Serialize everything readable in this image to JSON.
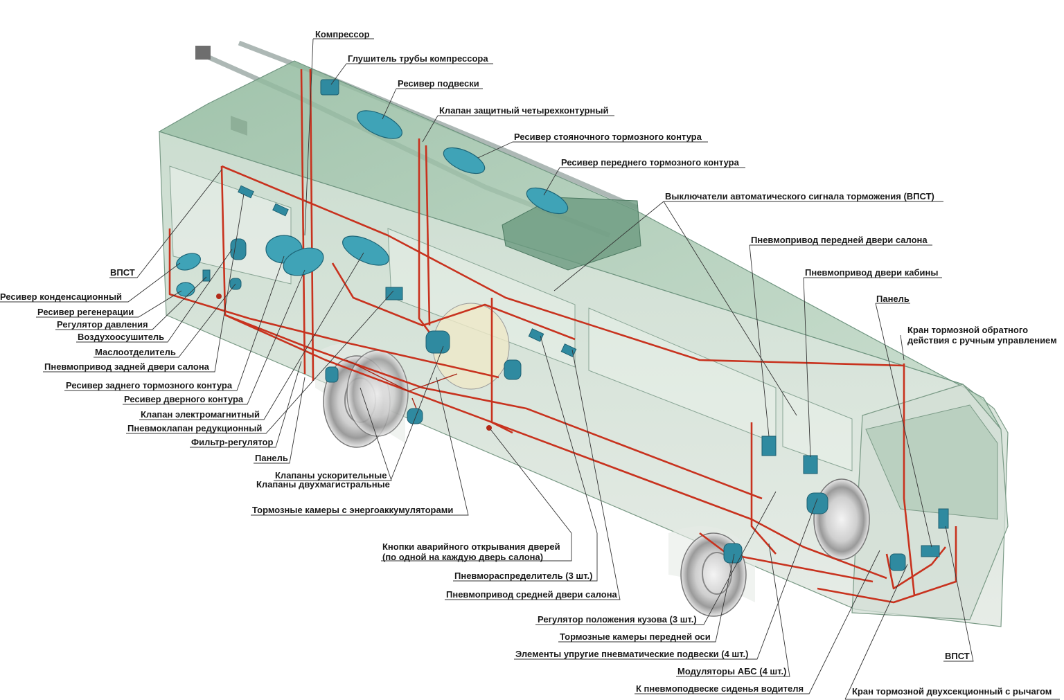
{
  "colors": {
    "body_tint": "#9fc4ac",
    "pipe": "#c8321e",
    "component": "#3fa3b7",
    "label_text": "#1a1a1a"
  },
  "labels": {
    "kompressor": "Компрессор",
    "glushitel": "Глушитель трубы компрессора",
    "resiver_podveski": "Ресивер подвески",
    "klapan_zashchitny": "Клапан защитный четырехконтурный",
    "resiver_stoyanochnogo": "Ресивер стояночного тормозного контура",
    "resiver_perednego": "Ресивер переднего тормозного контура",
    "vyklyuchateli_vpst": "Выключатели автоматического сигнала торможения (ВПСТ)",
    "pnevmoprivod_peredney": "Пневмопривод передней двери салона",
    "pnevmoprivod_kabiny": "Пневмопривод двери кабины",
    "panel_right": "Панель",
    "kran_obratnogo_1": "Кран тормозной обратного",
    "kran_obratnogo_2": "действия с ручным управлением",
    "vpst_left": "ВПСТ",
    "resiver_kondensatsionny": "Ресивер конденсационный",
    "resiver_regeneratsii": "Ресивер регенерации",
    "regulyator_davleniya": "Регулятор давления",
    "vozdukhoosushitel": "Воздухоосушитель",
    "maslootdelitel": "Маслоотделитель",
    "pnevmoprivod_zadney": "Пневмопривод задней двери салона",
    "resiver_zadnego": "Ресивер заднего тормозного контура",
    "resiver_dvernogo": "Ресивер дверного контура",
    "klapan_elektromagnitny": "Клапан электромагнитный",
    "pnevmoklapan_reduktsionny": "Пневмоклапан редукционный",
    "filtr_regulyator": "Фильтр-регулятор",
    "panel_left": "Панель",
    "klapany_uskoritelnye": "Клапаны ускорительные",
    "klapany_dvukhmagistralnye": "Клапаны двухмагистральные",
    "tormoznye_kamery_energo": "Тормозные камеры с энергоаккумуляторами",
    "knopki_avariynogo_1": "Кнопки аварийного открывания дверей",
    "knopki_avariynogo_2": "(по одной на каждую дверь салона)",
    "pnevmoraspredelitel": "Пневмораспределитель (3 шт.)",
    "pnevmoprivod_sredney": "Пневмопривод средней двери салона",
    "regulyator_polozheniya": "Регулятор положения кузова (3 шт.)",
    "tormoznye_kamery_peredney": "Тормозные камеры передней оси",
    "elementy_uprugie": "Элементы упругие пневматические подвески (4 шт.)",
    "modulyatory_abs": "Модуляторы АБС (4 шт.)",
    "k_pnevmopodveske": "К пневмоподвеске сиденья водителя",
    "vpst_bottom": "ВПСТ",
    "kran_dvukhsektsionny": "Кран тормозной двухсекционный с рычагом"
  }
}
